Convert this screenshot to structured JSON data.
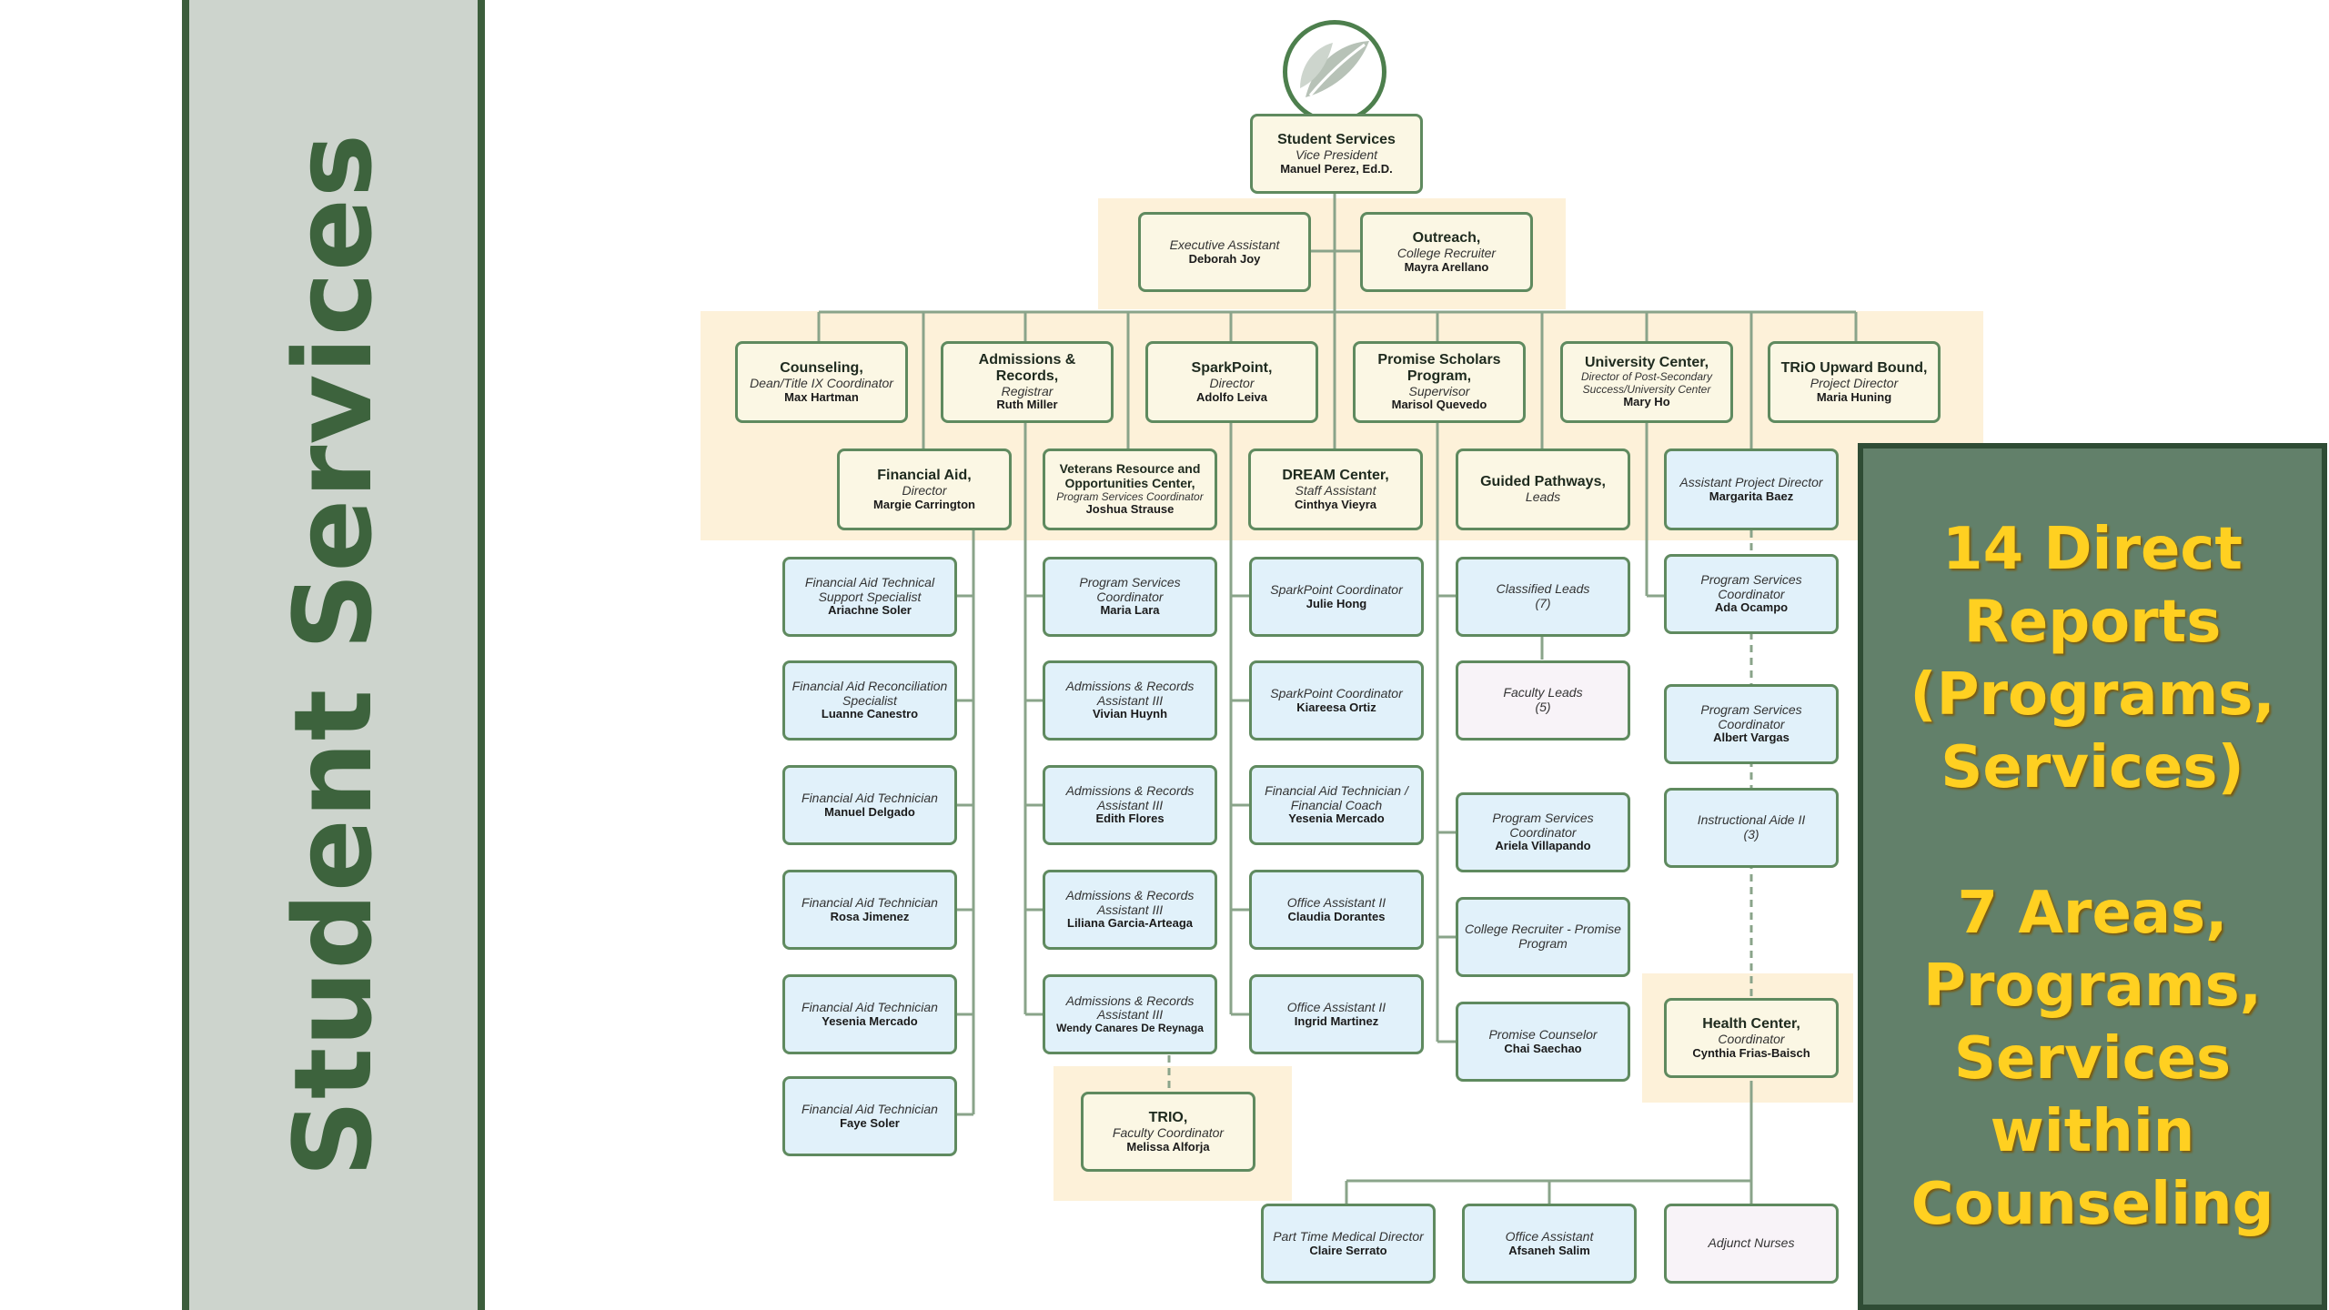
{
  "sidebar": {
    "title": "Student Services"
  },
  "callout": {
    "lines_top": [
      "14 Direct",
      "Reports",
      "(Programs,",
      "Services)"
    ],
    "lines_bottom": [
      "7 Areas,",
      "Programs,",
      "Services",
      "within",
      "Counseling"
    ]
  },
  "org": {
    "top": {
      "title": "Student Services",
      "subtitle": "Vice President",
      "person": "Manuel Perez, Ed.D."
    },
    "exec_assistant": {
      "title": "Executive Assistant",
      "subtitle": "",
      "person": "Deborah Joy"
    },
    "outreach": {
      "title": "Outreach,",
      "subtitle": "College Recruiter",
      "person": "Mayra Arellano"
    },
    "counseling": {
      "title": "Counseling,",
      "subtitle": "Dean/Title IX Coordinator",
      "person": "Max Hartman"
    },
    "admissions": {
      "title": "Admissions & Records,",
      "subtitle": "Registrar",
      "person": "Ruth Miller"
    },
    "sparkpoint": {
      "title": "SparkPoint,",
      "subtitle": "Director",
      "person": "Adolfo Leiva"
    },
    "promise": {
      "title": "Promise Scholars Program,",
      "subtitle": "Supervisor",
      "person": "Marisol Quevedo"
    },
    "university": {
      "title": "University Center,",
      "subtitle": "Director of Post-Secondary Success/University Center",
      "person": "Mary Ho"
    },
    "trio_upward": {
      "title": "TRiO Upward Bound,",
      "subtitle": "Project Director",
      "person": "Maria Huning"
    },
    "financial_aid": {
      "title": "Financial Aid,",
      "subtitle": "Director",
      "person": "Margie Carrington"
    },
    "veterans": {
      "title": "Veterans Resource and Opportunities Center,",
      "subtitle": "Program Services Coordinator",
      "person": "Joshua Strause"
    },
    "dream": {
      "title": "DREAM Center,",
      "subtitle": "Staff Assistant",
      "person": "Cinthya Vieyra"
    },
    "guided": {
      "title": "Guided Pathways,",
      "subtitle": "Leads",
      "person": ""
    },
    "asst_project_director": {
      "title": "",
      "subtitle": "Assistant Project Director",
      "person": "Margarita Baez"
    },
    "fa_staff": [
      {
        "subtitle": "Financial Aid Technical Support Specialist",
        "person": "Ariachne Soler"
      },
      {
        "subtitle": "Financial Aid Reconciliation Specialist",
        "person": "Luanne Canestro"
      },
      {
        "subtitle": "Financial Aid Technician",
        "person": "Manuel Delgado"
      },
      {
        "subtitle": "Financial Aid Technician",
        "person": "Rosa Jimenez"
      },
      {
        "subtitle": "Financial Aid Technician",
        "person": "Yesenia Mercado"
      },
      {
        "subtitle": "Financial Aid Technician",
        "person": "Faye Soler"
      }
    ],
    "ar_staff": [
      {
        "subtitle": "Program Services Coordinator",
        "person": "Maria Lara"
      },
      {
        "subtitle": "Admissions & Records Assistant III",
        "person": "Vivian Huynh"
      },
      {
        "subtitle": "Admissions & Records Assistant III",
        "person": "Edith Flores"
      },
      {
        "subtitle": "Admissions & Records Assistant III",
        "person": "Liliana Garcia-Arteaga"
      },
      {
        "subtitle": "Admissions & Records Assistant III",
        "person": "Wendy Canares De Reynaga"
      }
    ],
    "trio": {
      "title": "TRIO,",
      "subtitle": "Faculty Coordinator",
      "person": "Melissa Alforja"
    },
    "sp_staff": [
      {
        "subtitle": "SparkPoint Coordinator",
        "person": "Julie Hong"
      },
      {
        "subtitle": "SparkPoint Coordinator",
        "person": "Kiareesa Ortiz"
      },
      {
        "subtitle": "Financial Aid Technician / Financial Coach",
        "person": "Yesenia Mercado"
      },
      {
        "subtitle": "Office Assistant II",
        "person": "Claudia Dorantes"
      },
      {
        "subtitle": "Office Assistant II",
        "person": "Ingrid Martinez"
      }
    ],
    "gp_staff": [
      {
        "subtitle": "Classified Leads",
        "person": "(7)"
      },
      {
        "subtitle": "Faculty Leads",
        "person": "(5)"
      },
      {
        "subtitle": "Program Services Coordinator",
        "person": "Ariela Villapando"
      },
      {
        "subtitle": "College Recruiter - Promise Program",
        "person": ""
      },
      {
        "subtitle": "Promise Counselor",
        "person": "Chai Saechao"
      }
    ],
    "uc_staff": [
      {
        "subtitle": "Program Services Coordinator",
        "person": "Ada Ocampo"
      },
      {
        "subtitle": "Program Services Coordinator",
        "person": "Albert Vargas"
      },
      {
        "subtitle": "Instructional Aide II",
        "person": "(3)"
      }
    ],
    "health": {
      "title": "Health Center,",
      "subtitle": "Coordinator",
      "person": "Cynthia Frias-Baisch"
    },
    "health_staff": [
      {
        "subtitle": "Part Time Medical Director",
        "person": "Claire Serrato"
      },
      {
        "subtitle": "Office Assistant",
        "person": "Afsaneh Salim"
      },
      {
        "subtitle": "Adjunct Nurses",
        "person": ""
      }
    ]
  }
}
